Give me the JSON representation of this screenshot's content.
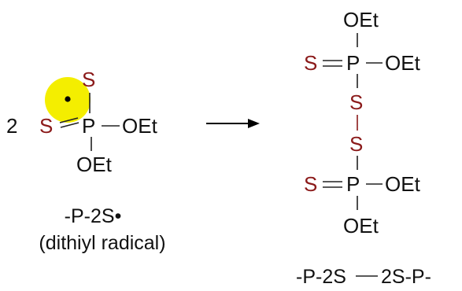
{
  "colors": {
    "sulfur": "#8b1a1a",
    "text": "#111111",
    "radical_highlight": "#f4ee00",
    "background": "#ffffff"
  },
  "reactant": {
    "coefficient": "2",
    "atoms": {
      "sulfur_top": "S",
      "sulfur_left": "S",
      "phosphorus": "P",
      "ethoxy_right": "OEt",
      "ethoxy_bottom": "OEt"
    },
    "label": "-P-2S•",
    "sublabel": "(dithiyl radical)",
    "radical_icon": "radical-dot-icon"
  },
  "arrow_icon": "reaction-arrow-icon",
  "product": {
    "upper": {
      "ethoxy_top": "OEt",
      "sulfur_double": "S",
      "phosphorus": "P",
      "ethoxy_right": "OEt"
    },
    "bridge_sulfur_1": "S",
    "bridge_sulfur_2": "S",
    "lower": {
      "sulfur_double": "S",
      "phosphorus": "P",
      "ethoxy_right": "OEt",
      "ethoxy_bottom": "OEt"
    },
    "label_left": "-P-2S",
    "label_right": "2S-P-"
  }
}
